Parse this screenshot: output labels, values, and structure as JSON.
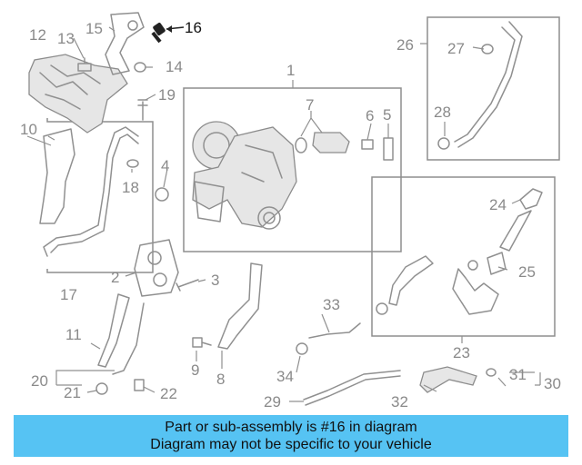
{
  "highlighted_part": "16",
  "callouts": {
    "c1": "1",
    "c2": "2",
    "c3": "3",
    "c4": "4",
    "c5": "5",
    "c6": "6",
    "c7": "7",
    "c8": "8",
    "c9": "9",
    "c10": "10",
    "c11": "11",
    "c12": "12",
    "c13": "13",
    "c14": "14",
    "c15": "15",
    "c16": "16",
    "c17": "17",
    "c18": "18",
    "c19": "19",
    "c20": "20",
    "c21": "21",
    "c22": "22",
    "c23": "23",
    "c24": "24",
    "c25": "25",
    "c26": "26",
    "c27": "27",
    "c28": "28",
    "c29": "29",
    "c30": "30",
    "c31": "31",
    "c32": "32",
    "c33": "33",
    "c34": "34"
  },
  "banner": {
    "line1": "Part or sub-assembly is #16 in diagram",
    "line2": "Diagram may not be specific to your vehicle",
    "color": "#56c3f3"
  }
}
